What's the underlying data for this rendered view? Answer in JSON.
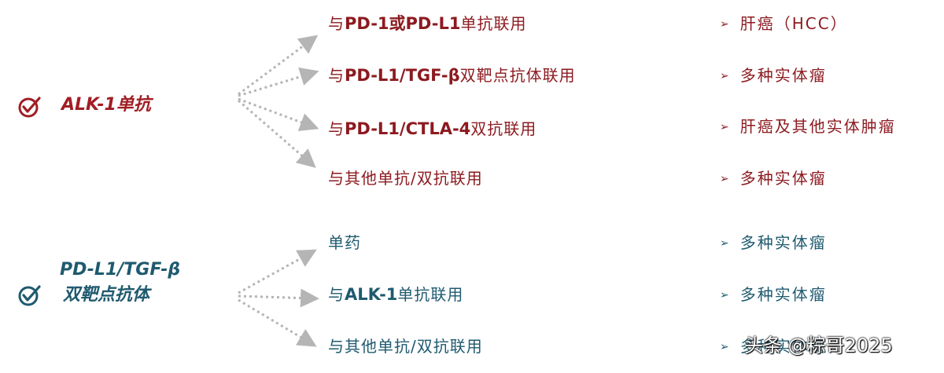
{
  "groups": [
    {
      "source": {
        "lines": [
          "ALK-1单抗"
        ]
      },
      "branches": [
        {
          "prefix": "与",
          "emph": "PD-1或PD-L1",
          "suffix": "单抗联用",
          "outcome": "肝癌（HCC）"
        },
        {
          "prefix": "与",
          "emph": "PD-L1/TGF-β",
          "suffix": "双靶点抗体联用",
          "outcome": "多种实体瘤"
        },
        {
          "prefix": "与",
          "emph": "PD-L1/CTLA-4",
          "suffix": "双抗联用",
          "outcome": "肝癌及其他实体肿瘤"
        },
        {
          "prefix": "与其他单抗/双抗联用",
          "emph": "",
          "suffix": "",
          "outcome": "多种实体瘤"
        }
      ]
    },
    {
      "source": {
        "lines": [
          "PD-L1/TGF-β",
          "双靶点抗体"
        ]
      },
      "branches": [
        {
          "prefix": "单药",
          "emph": "",
          "suffix": "",
          "outcome": "多种实体瘤"
        },
        {
          "prefix": "与",
          "emph": "ALK-1",
          "suffix": "单抗联用",
          "outcome": "多种实体瘤"
        },
        {
          "prefix": "与其他单抗/双抗联用",
          "emph": "",
          "suffix": "",
          "outcome": "多种实体瘤"
        }
      ]
    }
  ],
  "bullet_glyph": "➢",
  "watermark": "头条 @粽哥2025",
  "colors": {
    "red": "#8c1a1f",
    "teal": "#1f5a6f"
  },
  "icons": {
    "source_marker": "check-circle-icon"
  }
}
